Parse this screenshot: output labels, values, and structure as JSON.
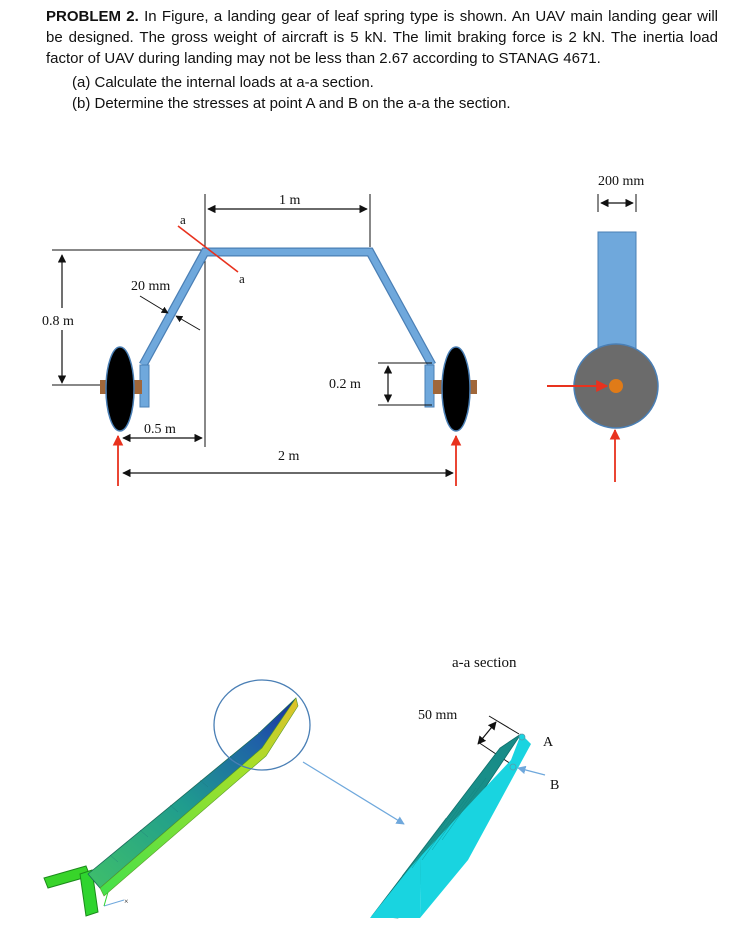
{
  "problem": {
    "label": "PROBLEM 2.",
    "text": "In Figure, a landing gear of leaf spring type is shown. An UAV main landing gear will be designed. The gross weight of aircraft is 5 kN. The limit braking force is 2 kN. The inertia load factor of UAV during landing may not be less than 2.67 according to STANAG 4671.",
    "part_a": "(a) Calculate the internal loads at a-a section.",
    "part_b": "(b) Determine the stresses at point A and B on the a-a the section."
  },
  "figure": {
    "dim_1m": "1 m",
    "dim_200mm": "200 mm",
    "dim_08m": "0.8 m",
    "dim_20mm": "20 mm",
    "section_a_top": "a",
    "section_a_bottom": "a",
    "dim_02m": "0.2 m",
    "dim_05m": "0.5 m",
    "dim_2m": "2 m",
    "section_title": "a-a section",
    "dim_50mm": "50 mm",
    "point_a": "A",
    "point_b": "B"
  },
  "colors": {
    "beam": "#6fa8dc",
    "beam_stroke": "#4a7fb5",
    "wheel": "#000000",
    "hub": "#a0673a",
    "side_wheel": "#6b6b6b",
    "axle_dot": "#e07b18",
    "force_arrow": "#e8321e",
    "section_cut": "#e8321e",
    "fem_cyan": "#19d4e0",
    "fem_teal": "#1a9a93",
    "fem_green": "#2fd42f"
  }
}
